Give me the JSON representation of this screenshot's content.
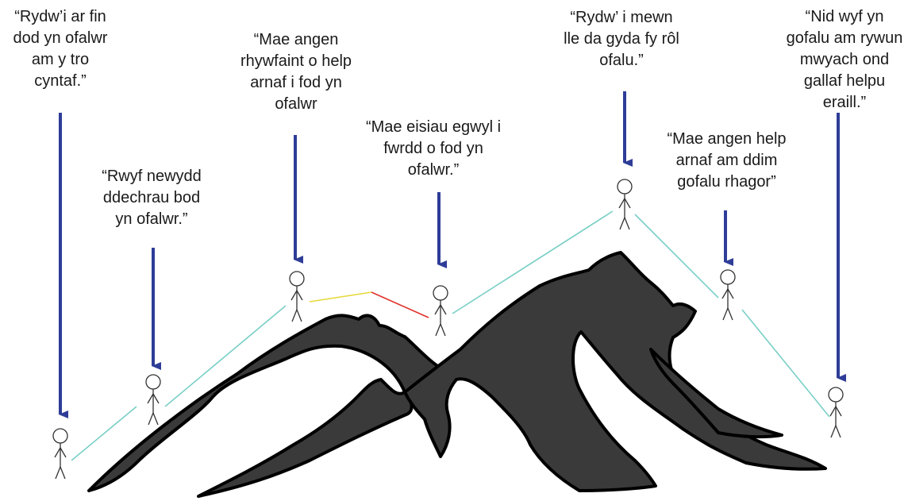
{
  "quotes": [
    {
      "text": "“Rydw’i ar fin\ndod yn ofalwr\nam y tro\ncyntaf.”"
    },
    {
      "text": "“Rwyf newydd\nddechrau bod\nyn ofalwr.”"
    },
    {
      "text": "“Mae angen\nrhywfaint o help\narnaf i fod yn\nofalwr"
    },
    {
      "text": "“Mae eisiau egwyl i\nfwrdd o fod yn\nofalwr.”"
    },
    {
      "text": "“Rydw’ i mewn\nlle da gyda fy rôl\nofalu.”"
    },
    {
      "text": "“Mae angen help\narnaf am ddim\ngofalu rhagor”"
    },
    {
      "text": "“Nid wyf yn\ngofalu am rywun\nmwyach ond\ngallaf helpu\neraill.”"
    }
  ],
  "colors": {
    "arrow": "#2e3d97",
    "path_normal": "#79cfc6",
    "path_caution": "#e6d83a",
    "path_struggle": "#e0312c",
    "mountain": "#3a3a3a",
    "mountain_outline": "#000000",
    "figure": "#333333"
  },
  "path_segments": [
    {
      "state": "normal"
    },
    {
      "state": "normal"
    },
    {
      "state": "caution"
    },
    {
      "state": "struggle"
    },
    {
      "state": "normal"
    },
    {
      "state": "normal"
    },
    {
      "state": "normal"
    }
  ],
  "icons": {
    "figure": "stick-figure-icon",
    "arrow": "down-arrow-icon"
  }
}
